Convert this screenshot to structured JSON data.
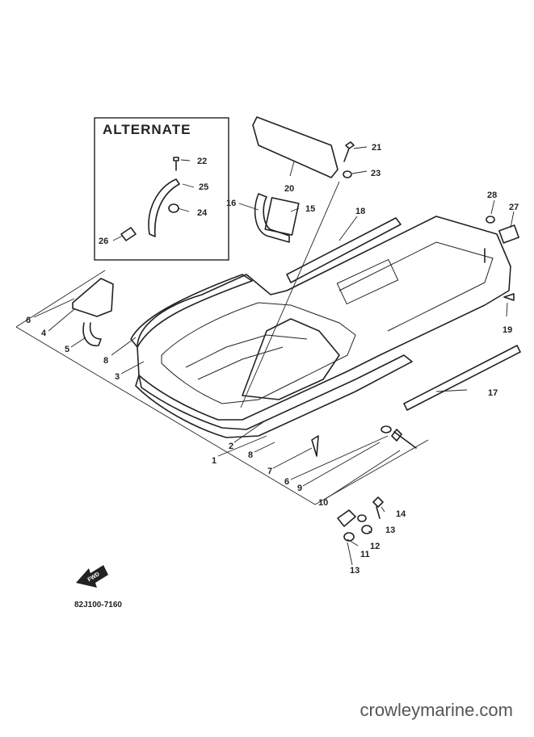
{
  "alternate_box": {
    "title": "ALTERNATE"
  },
  "diagram_code": "82J100-7160",
  "fwd_label": "FWD",
  "watermark_text": "crowleymarine.com",
  "callouts": {
    "c1": "1",
    "c2": "2",
    "c3": "3",
    "c4": "4",
    "c5": "5",
    "c6a": "6",
    "c6b": "6",
    "c7": "7",
    "c8a": "8",
    "c8b": "8",
    "c9": "9",
    "c10": "10",
    "c11": "11",
    "c12": "12",
    "c13a": "13",
    "c13b": "13",
    "c14": "14",
    "c15": "15",
    "c16": "16",
    "c17": "17",
    "c18": "18",
    "c19": "19",
    "c20": "20",
    "c21": "21",
    "c22": "22",
    "c23": "23",
    "c24": "24",
    "c25": "25",
    "c26": "26",
    "c27": "27",
    "c28": "28"
  }
}
